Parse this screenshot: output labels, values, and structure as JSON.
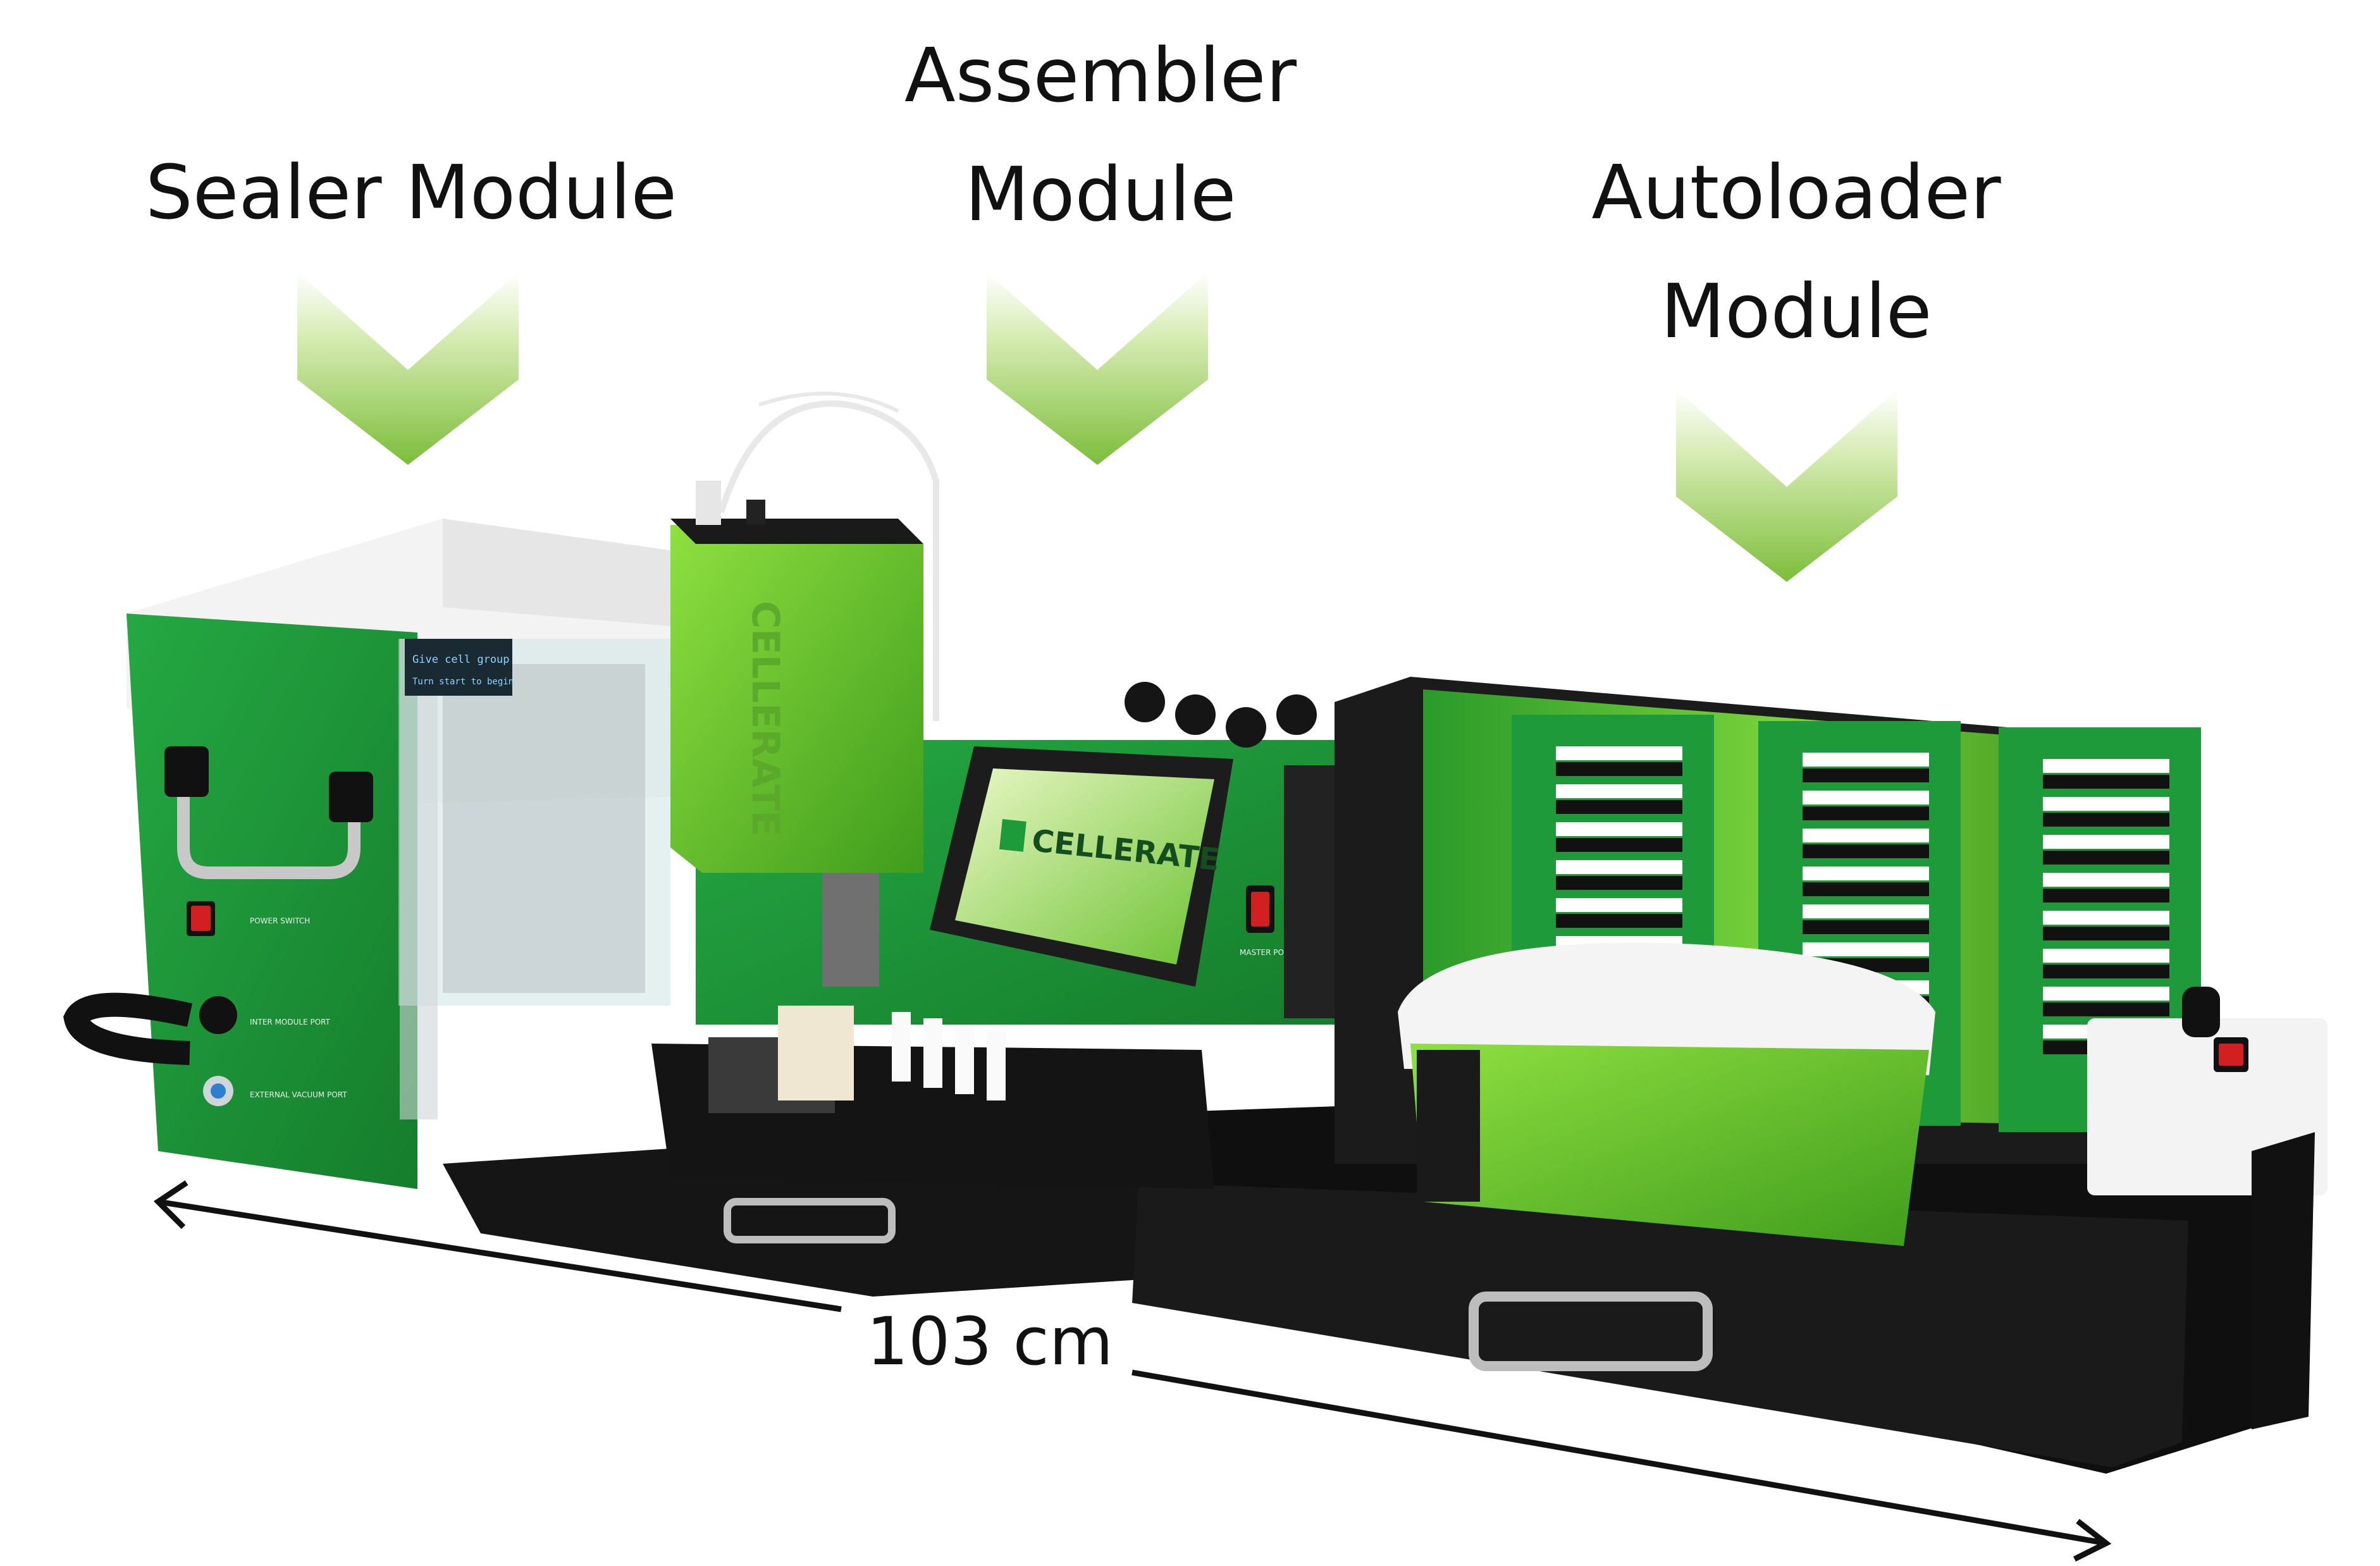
{
  "annotations": {
    "sealer": "Sealer Module",
    "assembler_line1": "Assembler",
    "assembler_line2": "Module",
    "autoloader_line1": "Autoloader",
    "autoloader_line2": "Module",
    "dimension": "103 cm"
  },
  "device": {
    "brand_logo_text": "CELLERATE",
    "sealer_screen_text": [
      "Give cell group",
      "Turn start to begin"
    ],
    "panel_labels": {
      "power_switch": "POWER SWITCH",
      "inter_module_port": "INTER MODULE PORT",
      "external_vacuum_port": "EXTERNAL VACUUM PORT",
      "master_power_switch": "MASTER POWER SWITCH"
    }
  },
  "colors": {
    "arrow_green": "#8cc63f",
    "body_green": "#1f9a3a",
    "bright_green": "#7ad33a",
    "shell_white": "#f2f2f2",
    "base_black": "#111111",
    "switch_red": "#d21f1f"
  }
}
